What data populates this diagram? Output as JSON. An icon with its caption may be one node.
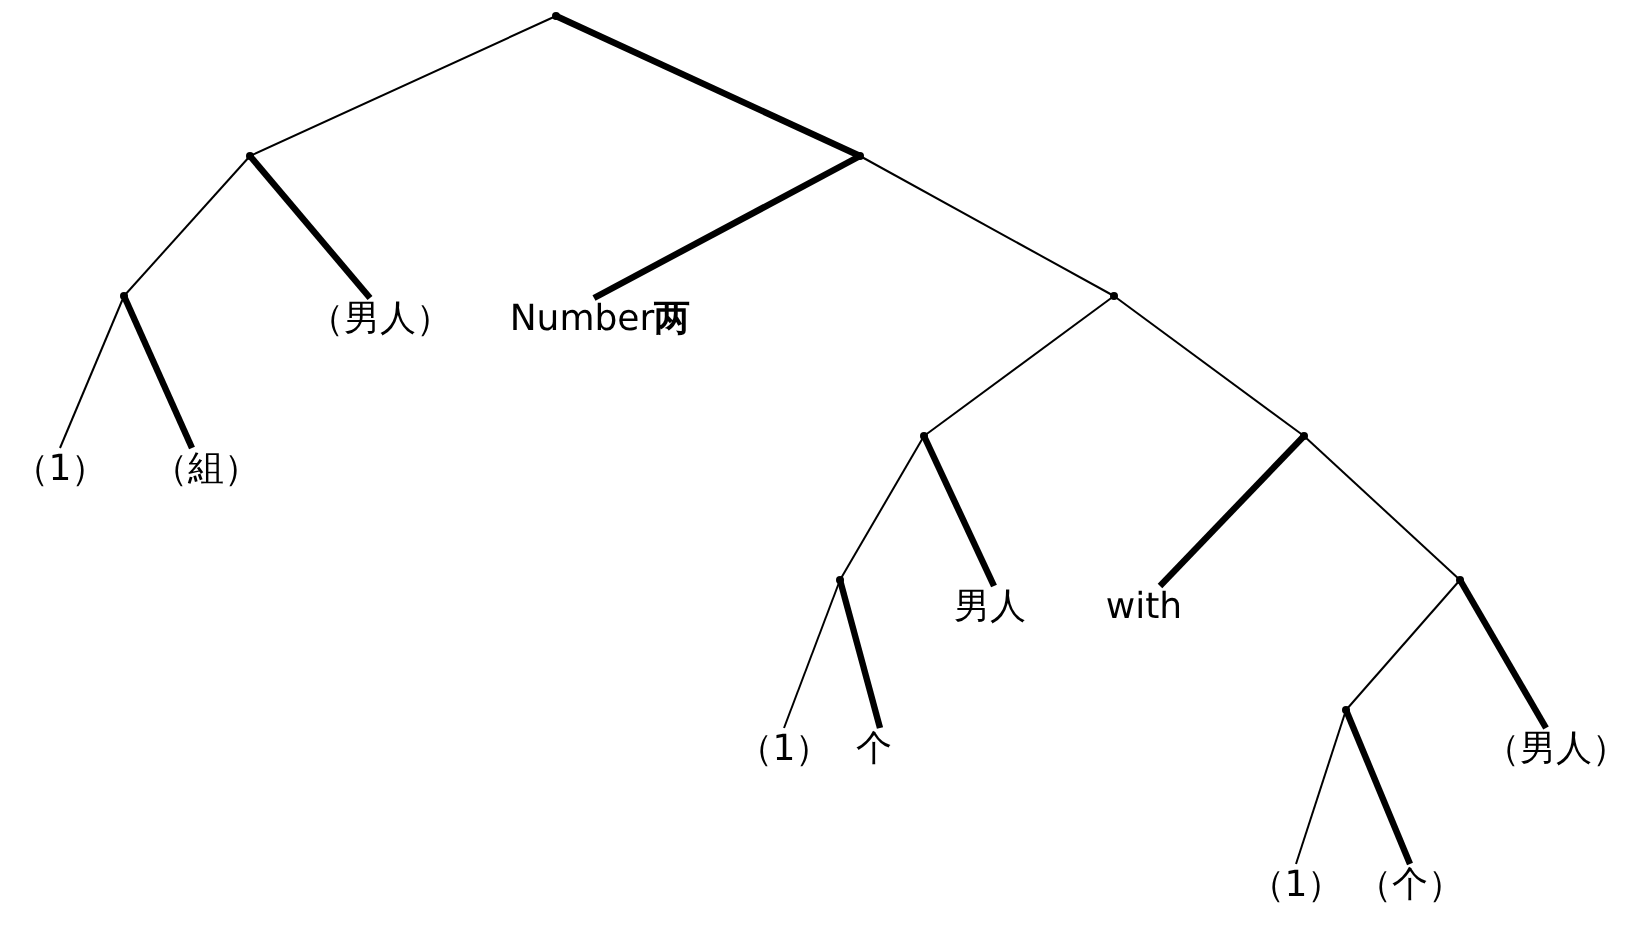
{
  "diagram": {
    "nodes": [
      {
        "text": [],
        "shape": "point"
      },
      {
        "text": [],
        "shape": "point"
      },
      {
        "text": [],
        "shape": "point"
      },
      {
        "text": [],
        "shape": "point"
      },
      {
        "text": [
          "（男人）"
        ]
      },
      {
        "text": [
          "Number**两**"
        ]
      },
      {
        "text": [],
        "shape": "point"
      },
      {
        "text": [
          "（1）"
        ]
      },
      {
        "text": [
          "（組）"
        ]
      },
      {
        "text": [],
        "shape": "point"
      },
      {
        "text": [],
        "shape": "point"
      },
      {
        "text": [],
        "shape": "point"
      },
      {
        "text": [],
        "shape": "point"
      },
      {
        "text": [
          "男人"
        ]
      },
      {
        "text": [
          "with"
        ]
      },
      {
        "text": [],
        "shape": "point"
      },
      {
        "text": [
          "（1）"
        ]
      },
      {
        "text": [
          "个"
        ]
      },
      {
        "text": [
          "（男人）"
        ]
      },
      {
        "text": [
          "（1）"
        ]
      },
      {
        "text": [
          "（个）"
        ]
      }
    ],
    "edges": [
      {
        "from": 0,
        "to": 1,
        "arrow": "none"
      },
      {
        "from": 0,
        "to": 2,
        "arrow": "none",
        "style": "thick"
      },
      {
        "from": 1,
        "to": 3,
        "arrow": "none"
      },
      {
        "from": 1,
        "to": 4,
        "arrow": "none",
        "style": "thick"
      },
      {
        "from": 2,
        "to": 5,
        "arrow": "none",
        "style": "thick"
      },
      {
        "from": 2,
        "to": 6,
        "arrow": "none"
      },
      {
        "from": 3,
        "to": 7,
        "arrow": "none"
      },
      {
        "from": 3,
        "to": 8,
        "arrow": "none",
        "style": "thick"
      },
      {
        "from": 6,
        "to": 9,
        "arrow": "none"
      },
      {
        "from": 6,
        "to": 10,
        "arrow": "none"
      },
      {
        "from": 9,
        "to": 12,
        "arrow": "none"
      },
      {
        "from": 9,
        "to": 13,
        "arrow": "none",
        "style": "thick"
      },
      {
        "from": 10,
        "to": 14,
        "arrow": "none",
        "style": "thick"
      },
      {
        "from": 10,
        "to": 11,
        "arrow": "none"
      },
      {
        "from": 12,
        "to": 16,
        "arrow": "none"
      },
      {
        "from": 12,
        "to": 17,
        "arrow": "none",
        "style": "thick"
      },
      {
        "from": 11,
        "to": 15,
        "arrow": "none"
      },
      {
        "from": 11,
        "to": 18,
        "arrow": "none",
        "style": "thick"
      },
      {
        "from": 15,
        "to": 19,
        "arrow": "none"
      },
      {
        "from": 15,
        "to": 20,
        "arrow": "none",
        "style": "thick"
      }
    ]
  }
}
